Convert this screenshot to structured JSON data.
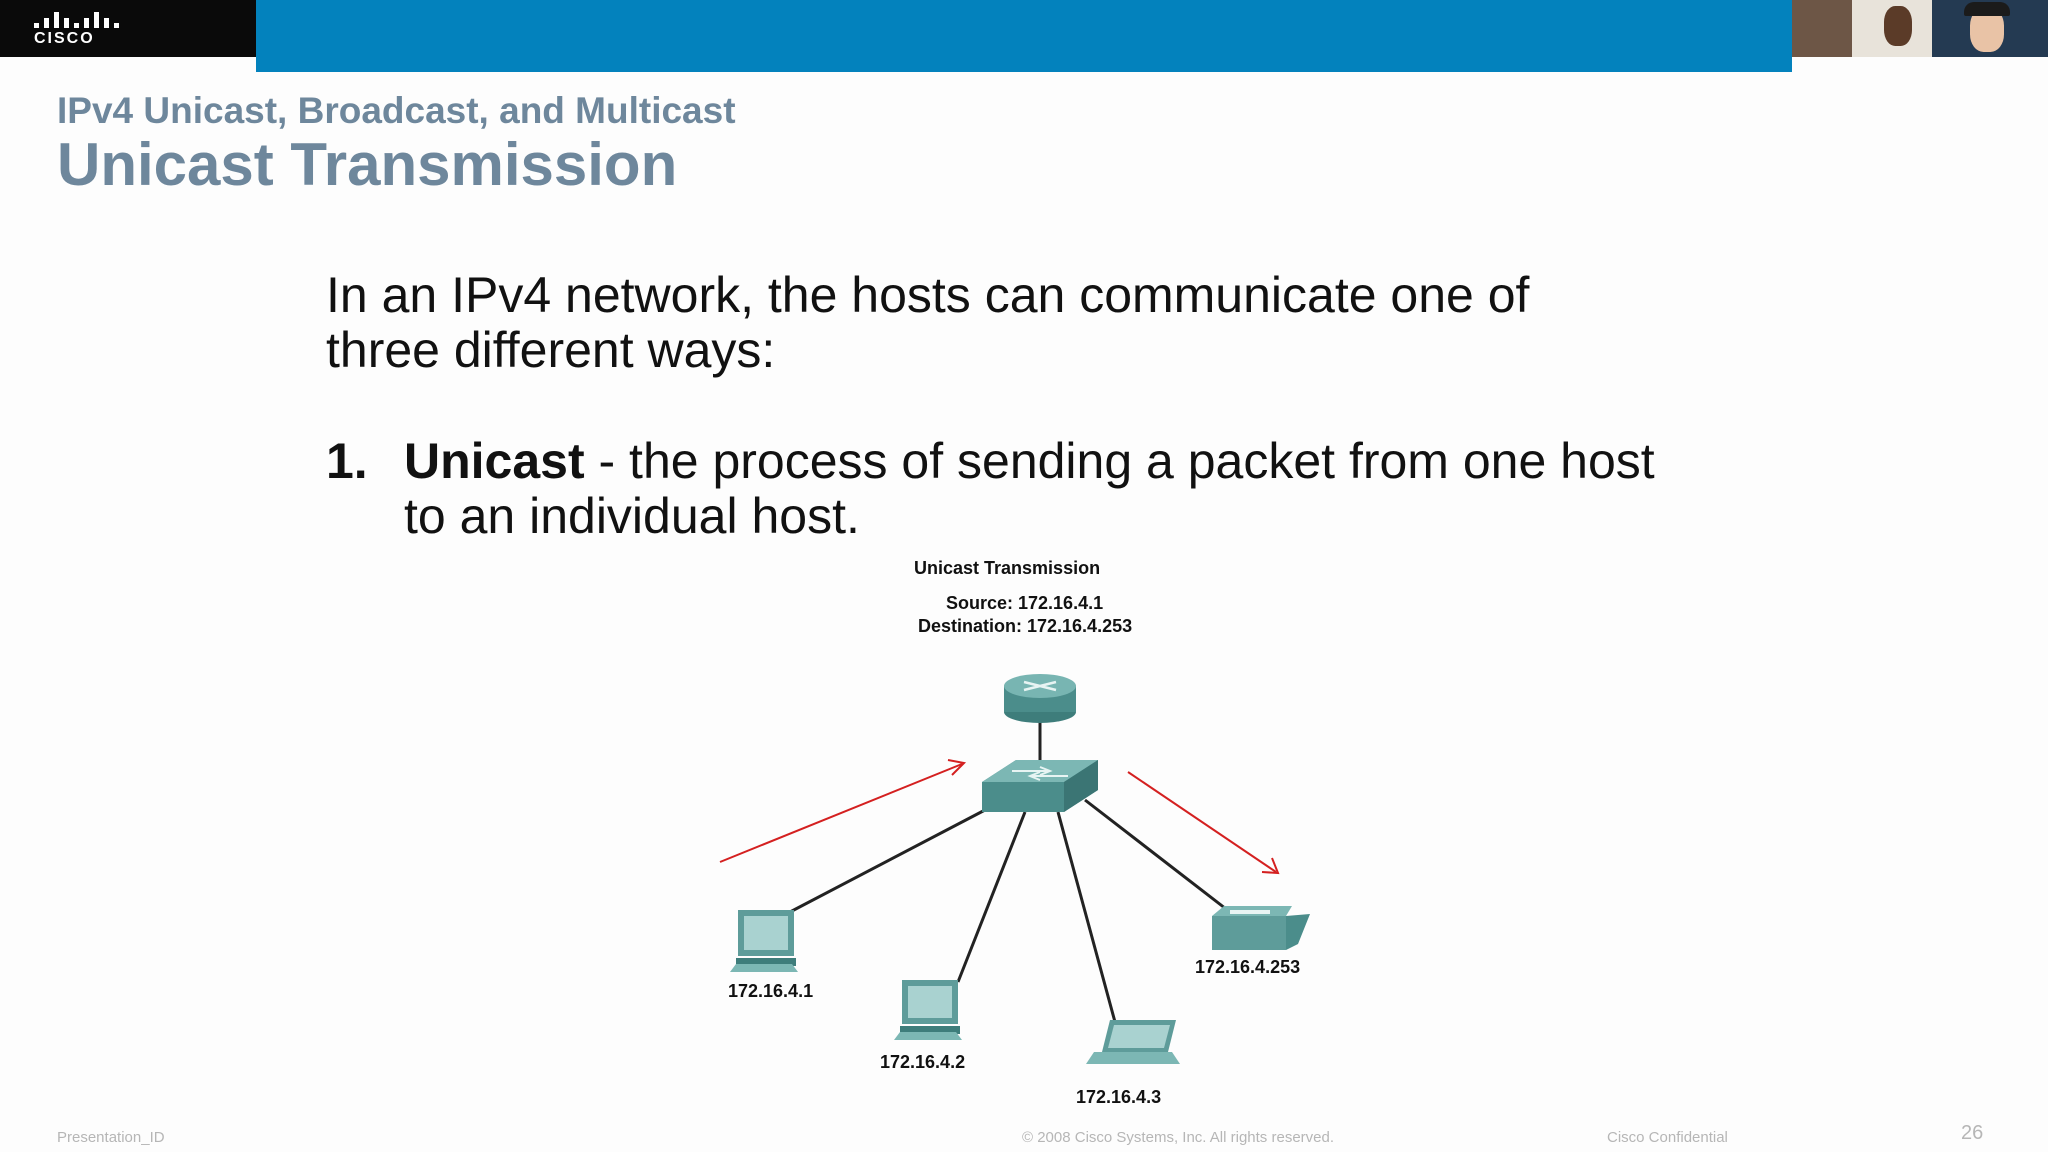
{
  "brand": {
    "logo_text": "CISCO"
  },
  "slide": {
    "subtitle": "IPv4 Unicast, Broadcast, and Multicast",
    "title": "Unicast Transmission",
    "intro": "In an IPv4 network, the hosts can communicate one of three different ways:",
    "list": [
      {
        "number": "1.",
        "term": "Unicast",
        "text": " - the process of sending a packet from one host to an individual host."
      }
    ]
  },
  "diagram": {
    "heading": "Unicast Transmission",
    "source": "Source: 172.16.4.1",
    "destination": "Destination: 172.16.4.253",
    "hosts": [
      "172.16.4.1",
      "172.16.4.2",
      "172.16.4.3",
      "172.16.4.253"
    ],
    "arrow_color": "#d42020",
    "device_color": "#5e9c9a"
  },
  "footer": {
    "left": "Presentation_ID",
    "center": "© 2008 Cisco Systems, Inc. All rights reserved.",
    "right": "Cisco Confidential",
    "page": "26"
  }
}
